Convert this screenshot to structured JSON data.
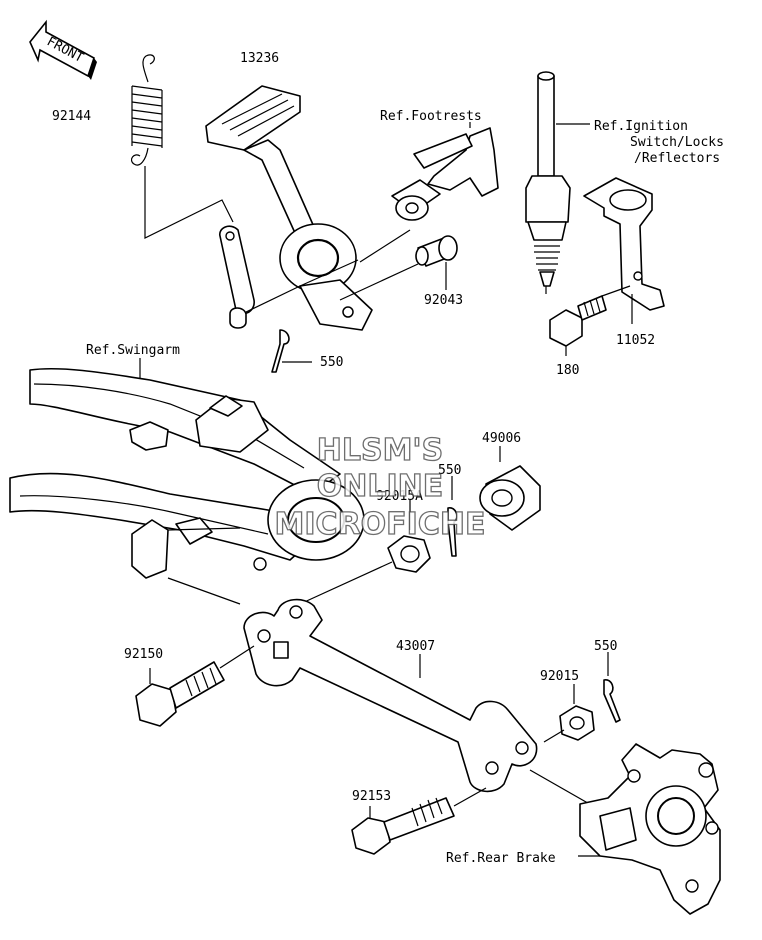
{
  "badge": {
    "front_label": "FRONT"
  },
  "labels": {
    "p13236": "13236",
    "p92144": "92144",
    "ref_footrests": "Ref.Footrests",
    "ref_ignition_1": "Ref.Ignition",
    "ref_ignition_2": "Switch/Locks",
    "ref_ignition_3": "/Reflectors",
    "p92043": "92043",
    "p550_top": "550",
    "p11052": "11052",
    "p180": "180",
    "ref_swingarm": "Ref.Swingarm",
    "p49006": "49006",
    "p550_mid": "550",
    "p92015A": "92015A",
    "p92150": "92150",
    "p43007": "43007",
    "p550_low": "550",
    "p92015": "92015",
    "p92153": "92153",
    "ref_rear_brake": "Ref.Rear Brake"
  },
  "watermark": {
    "line1": "HLSM'S",
    "line2": "ONLINE",
    "line3": "MICROFICHE"
  }
}
